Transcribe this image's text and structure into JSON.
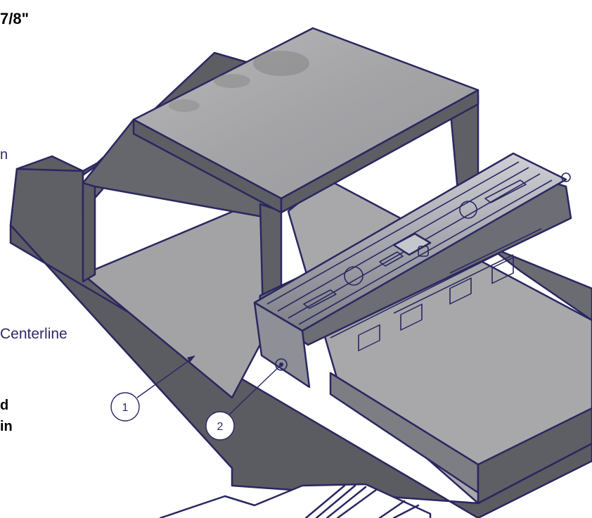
{
  "labels": {
    "fraction_top": "7/8\"",
    "partial_n": "n",
    "centerline": "Centerline",
    "partial_d": "d",
    "partial_in": "in"
  },
  "balloons": {
    "one": "1",
    "two": "2"
  },
  "colors": {
    "outline": "#2a2760",
    "body_gray": "#5f5f66",
    "light_gray": "#a9a9ac",
    "inner_gray": "#8e8e92",
    "label_blue": "#2e2a66"
  }
}
